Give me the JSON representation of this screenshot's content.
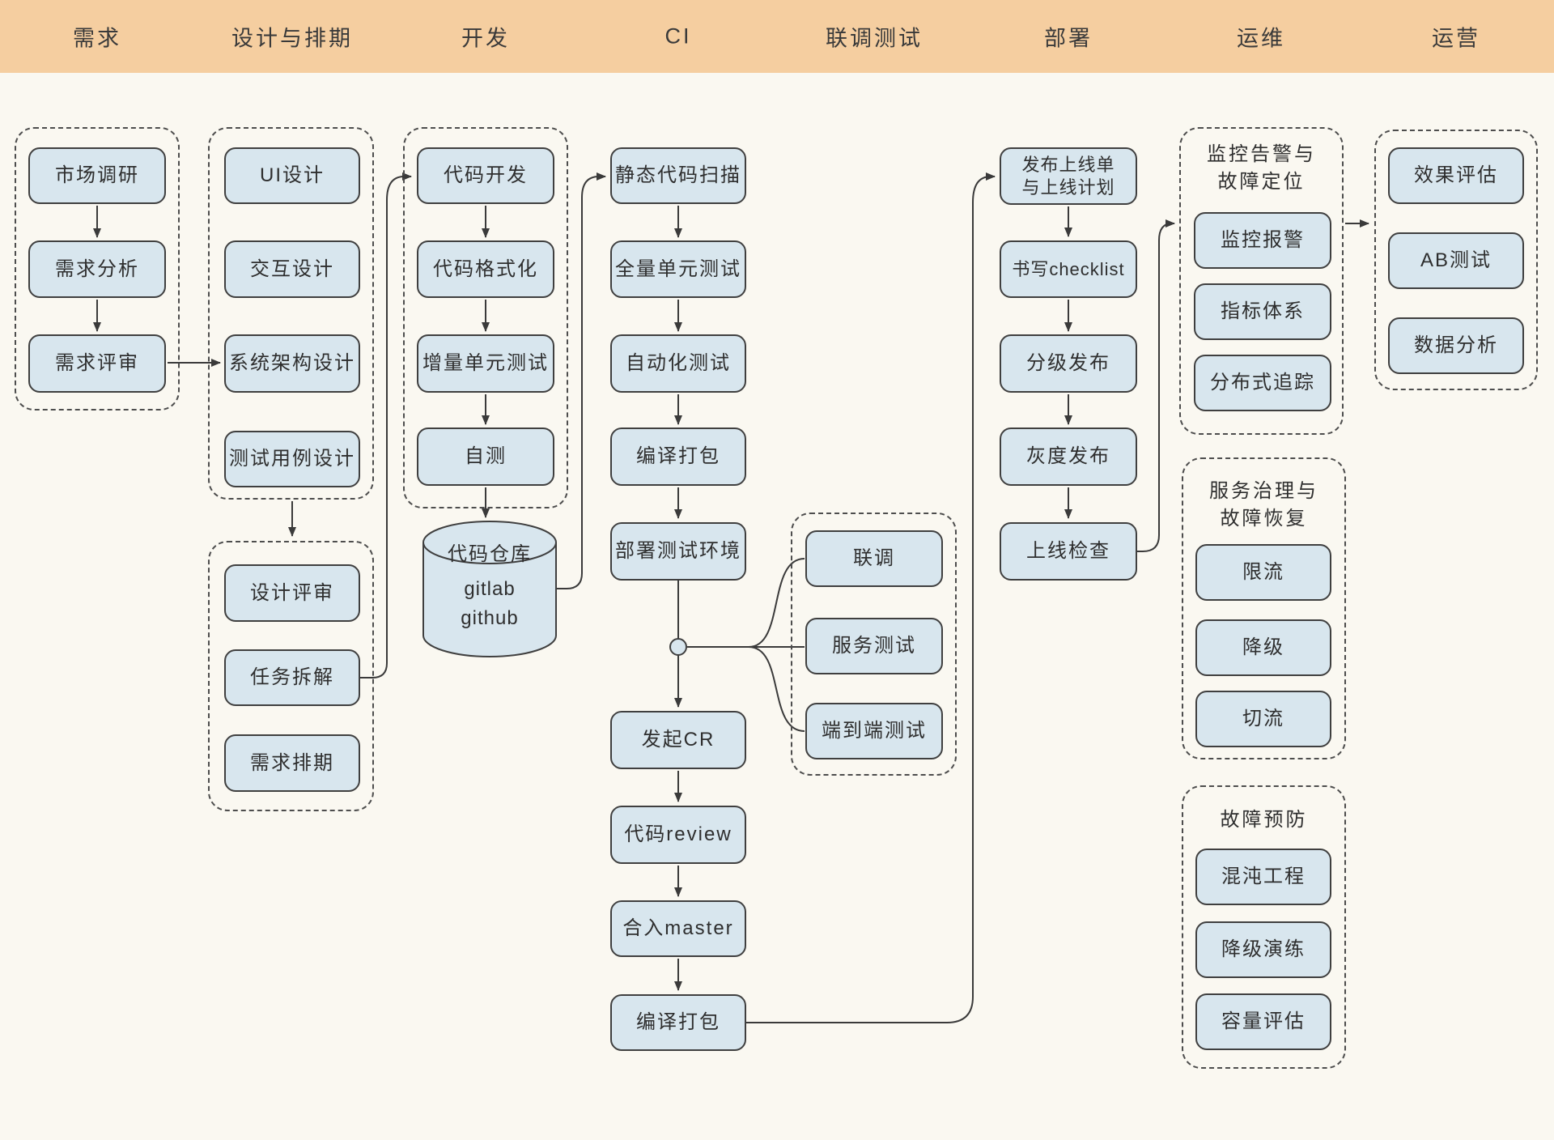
{
  "header": {
    "columns": [
      "需求",
      "设计与排期",
      "开发",
      "CI",
      "联调测试",
      "部署",
      "运维",
      "运营"
    ]
  },
  "requirements": {
    "market_research": "市场调研",
    "requirement_analysis": "需求分析",
    "requirement_review": "需求评审"
  },
  "design": {
    "ui_design": "UI设计",
    "interaction_design": "交互设计",
    "system_architecture": "系统架构设计",
    "test_case_design": "测试用例设计",
    "design_review": "设计评审",
    "task_breakdown": "任务拆解",
    "requirement_scheduling": "需求排期"
  },
  "dev": {
    "code_dev": "代码开发",
    "code_format": "代码格式化",
    "incremental_unit_test": "增量单元测试",
    "self_test": "自测",
    "repo": {
      "title": "代码仓库",
      "line1": "gitlab",
      "line2": "github"
    }
  },
  "ci": {
    "static_scan": "静态代码扫描",
    "full_unit_test": "全量单元测试",
    "auto_test": "自动化测试",
    "build_package": "编译打包",
    "deploy_test_env": "部署测试环境",
    "create_cr": "发起CR",
    "code_review": "代码review",
    "merge_master": "合入master",
    "build_package_2": "编译打包"
  },
  "integration": {
    "joint_debug": "联调",
    "service_test": "服务测试",
    "e2e_test": "端到端测试"
  },
  "deploy": {
    "release_plan_line1": "发布上线单",
    "release_plan_line2": "与上线计划",
    "write_checklist": "书写checklist",
    "staged_release": "分级发布",
    "gray_release": "灰度发布",
    "online_check": "上线检查"
  },
  "ops": {
    "monitor_title_line1": "监控告警与",
    "monitor_title_line2": "故障定位",
    "monitor_alert": "监控报警",
    "metric_system": "指标体系",
    "distributed_tracing": "分布式追踪",
    "governance_title_line1": "服务治理与",
    "governance_title_line2": "故障恢复",
    "rate_limit": "限流",
    "downgrade": "降级",
    "traffic_switch": "切流",
    "prevention_title": "故障预防",
    "chaos_engineering": "混沌工程",
    "downgrade_drill": "降级演练",
    "capacity_evaluation": "容量评估"
  },
  "business": {
    "effect_evaluation": "效果评估",
    "ab_test": "AB测试",
    "data_analysis": "数据分析"
  },
  "colors": {
    "header_bg": "#F5CEA0",
    "node_fill": "#D8E6EE",
    "node_border": "#3F3F3F",
    "connector": "#3A3A3A",
    "page_bg": "#FAF8F1",
    "dashed_border": "#4D4D4D"
  }
}
